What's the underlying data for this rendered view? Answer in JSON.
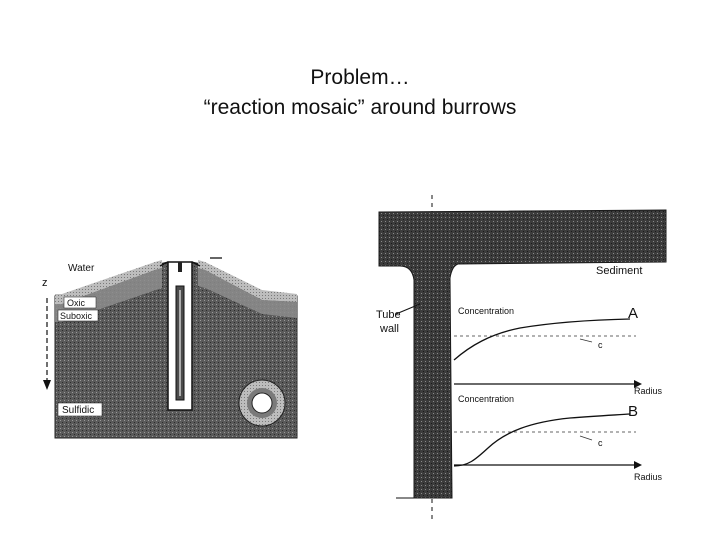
{
  "slide": {
    "title_line1": "Problem…",
    "title_line2": "“reaction mosaic” around burrows"
  },
  "left_diagram": {
    "water": "Water",
    "z": "z",
    "oxic": "Oxic",
    "suboxic": "Suboxic",
    "sulfidic": "Sulfidic"
  },
  "right_diagram": {
    "sediment": "Sediment",
    "tube_wall_line1": "Tube",
    "tube_wall_line2": "wall",
    "panel_a": {
      "letter": "A",
      "ylabel": "Concentration",
      "xlabel": "Radius",
      "c_label": "c"
    },
    "panel_b": {
      "letter": "B",
      "ylabel": "Concentration",
      "xlabel": "Radius",
      "c_label": "c"
    }
  },
  "colors": {
    "text": "#111111",
    "sediment_dark": "#4a4a4a",
    "background": "#ffffff"
  }
}
